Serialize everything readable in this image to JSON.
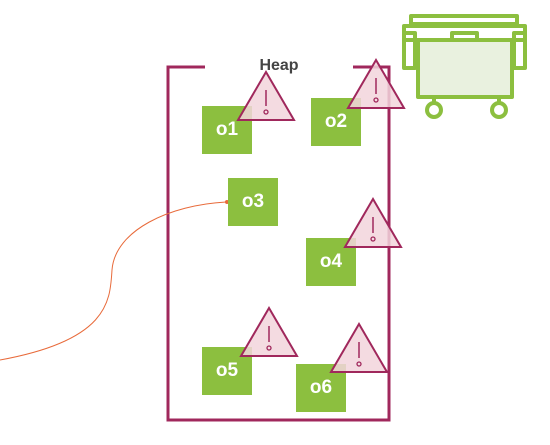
{
  "heap": {
    "title": "Heap"
  },
  "objects": [
    {
      "id": "o1",
      "label": "o1",
      "warning": true
    },
    {
      "id": "o2",
      "label": "o2",
      "warning": true
    },
    {
      "id": "o3",
      "label": "o3",
      "warning": false,
      "referenced": true
    },
    {
      "id": "o4",
      "label": "o4",
      "warning": true
    },
    {
      "id": "o5",
      "label": "o5",
      "warning": true
    },
    {
      "id": "o6",
      "label": "o6",
      "warning": true
    }
  ],
  "colors": {
    "heap_border": "#a0285c",
    "object_fill": "#8cbf3f",
    "warning_fill": "#f2d5dc",
    "warning_stroke": "#a0285c",
    "reference_arrow": "#e86a3a",
    "dumpster": "#8cbf3f",
    "dumpster_fill": "#e9f1df"
  },
  "icons": {
    "warning": "warning-triangle-icon",
    "garbage_bin": "dumpster-icon"
  }
}
